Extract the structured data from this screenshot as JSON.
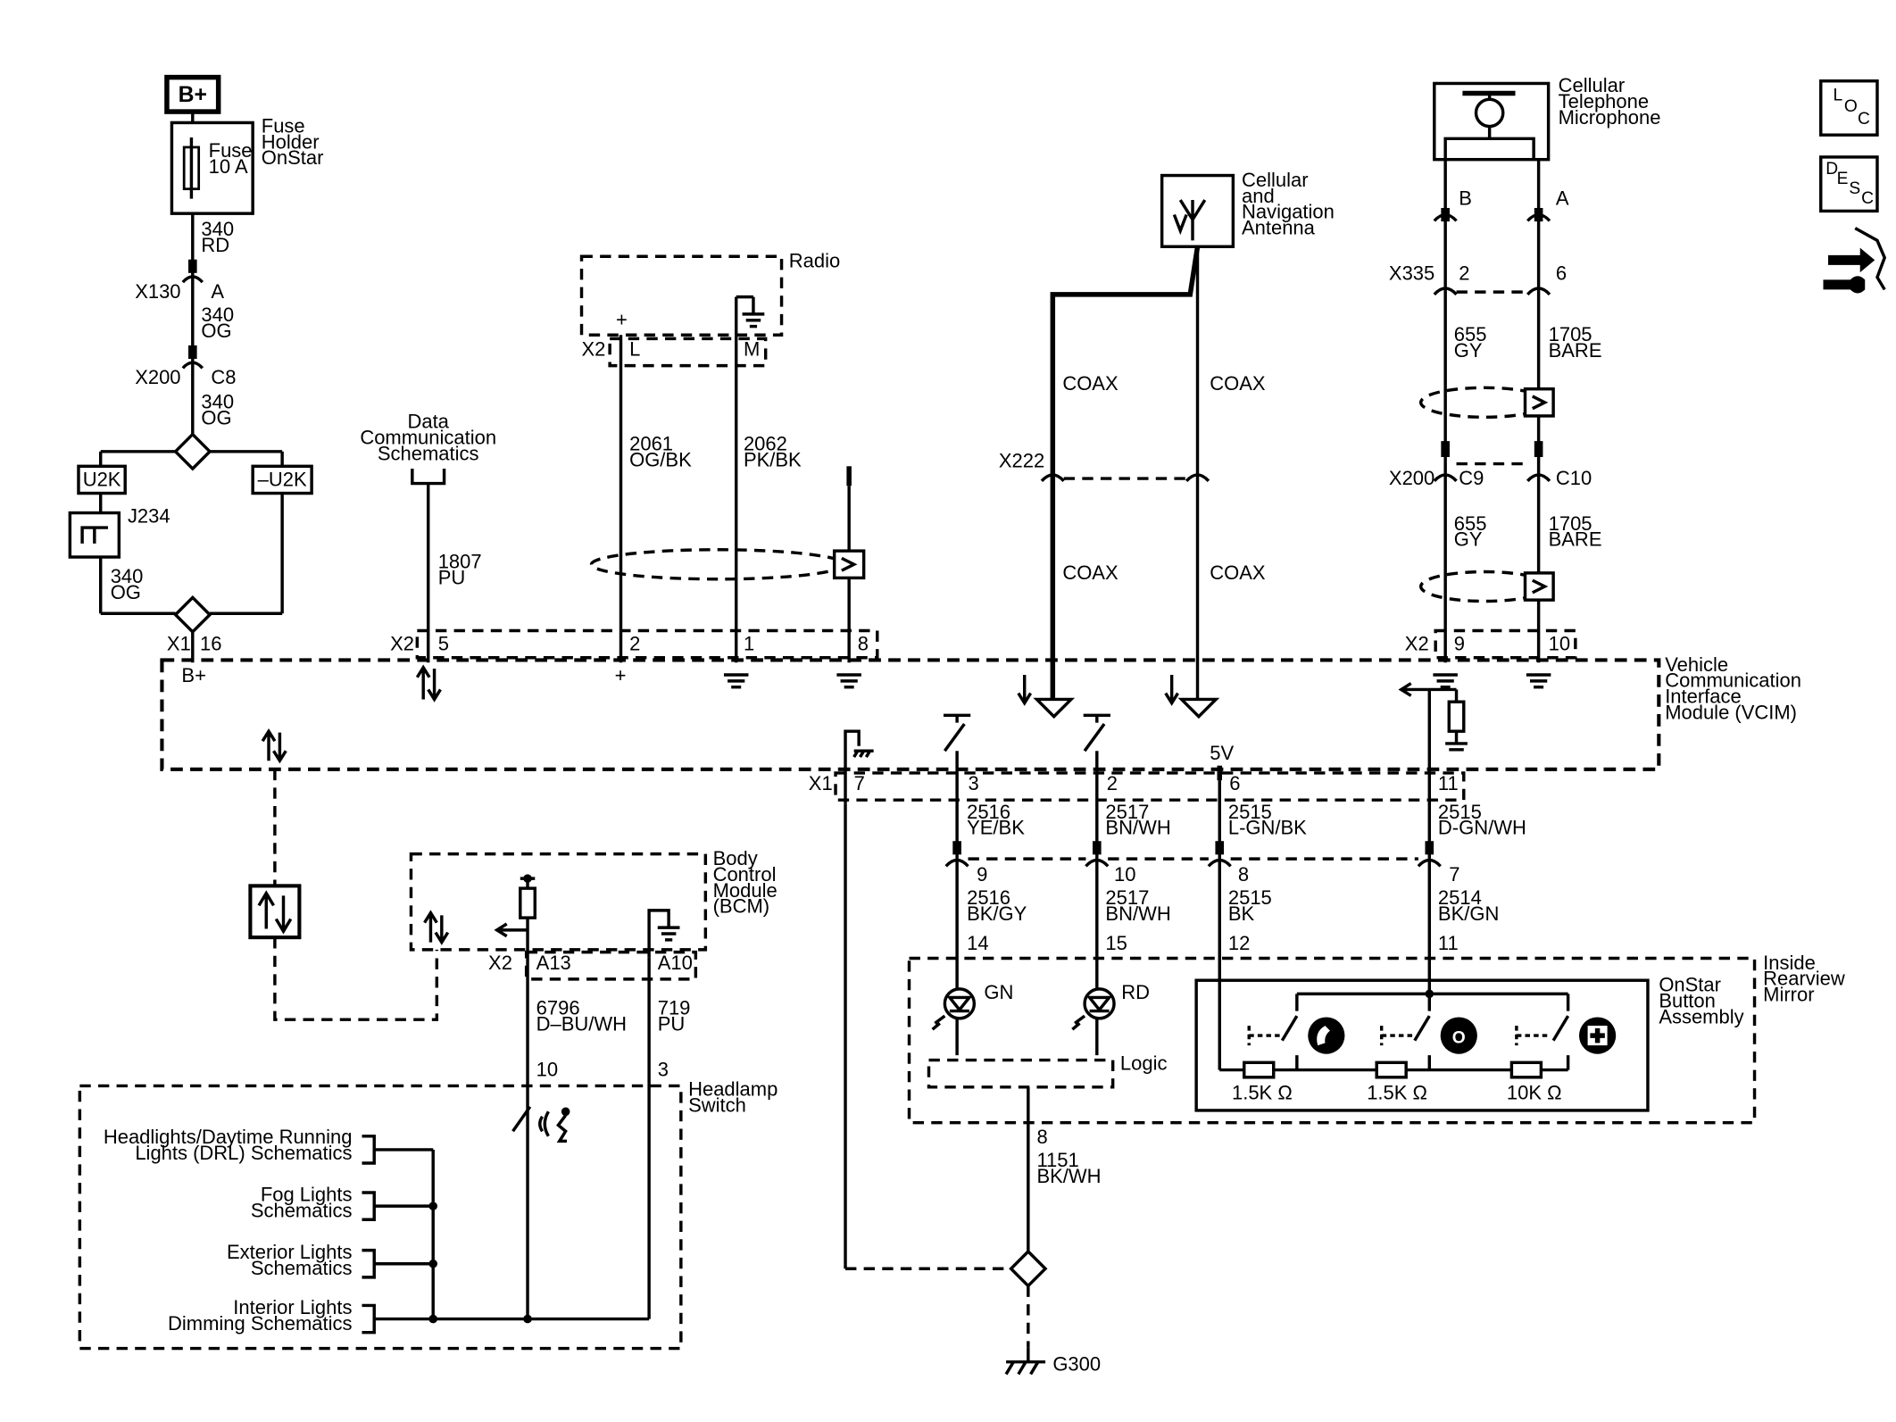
{
  "power": {
    "b_plus": "B+",
    "fuse_holder": [
      "Fuse",
      "Holder",
      "OnStar"
    ],
    "fuse": [
      "Fuse",
      "10 A"
    ]
  },
  "top_wires": {
    "w1": [
      "340",
      "RD"
    ],
    "x130": "X130",
    "x130_pin": "A",
    "w2": [
      "340",
      "OG"
    ],
    "x200": "X200",
    "x200_pin": "C8",
    "w3": [
      "340",
      "OG"
    ],
    "u2k": "U2K",
    "neg_u2k": "–U2K",
    "j234": "J234",
    "w4": [
      "340",
      "OG"
    ]
  },
  "data_comm": {
    "title": [
      "Data",
      "Communication",
      "Schematics"
    ],
    "wire": [
      "1807",
      "PU"
    ]
  },
  "radio": {
    "title": "Radio",
    "x2": "X2",
    "pin_l": "L",
    "pin_m": "M",
    "plus": "+",
    "w_l": [
      "2061",
      "OG/BK"
    ],
    "w_m": [
      "2062",
      "PK/BK"
    ]
  },
  "antenna": {
    "title": [
      "Cellular",
      "and",
      "Navigation",
      "Antenna"
    ],
    "coax": "COAX",
    "x222": "X222"
  },
  "microphone": {
    "title": [
      "Cellular",
      "Telephone",
      "Microphone"
    ],
    "pin_b": "B",
    "pin_a": "A",
    "x335": "X335",
    "x335_pin2": "2",
    "x335_pin6": "6",
    "w_a": [
      "655",
      "GY"
    ],
    "w_b": [
      "1705",
      "BARE"
    ],
    "x200": "X200",
    "x200_c9": "C9",
    "x200_c10": "C10",
    "w_c": [
      "655",
      "GY"
    ],
    "w_d": [
      "1705",
      "BARE"
    ]
  },
  "vcim": {
    "title": [
      "Vehicle",
      "Communication",
      "Interface",
      "Module (VCIM)"
    ],
    "x1": "X1",
    "x1_pin16": "16",
    "b_plus": "B+",
    "x2": "X2",
    "x2_pins": [
      "5",
      "2",
      "1",
      "8",
      "9",
      "10"
    ],
    "plus": "+",
    "five_v": "5V",
    "x1_bottom": "X1",
    "x1_bottom_pins": [
      "7",
      "3",
      "2",
      "6",
      "11"
    ]
  },
  "vcim_out_wires": {
    "w3": [
      "2516",
      "YE/BK"
    ],
    "w2": [
      "2517",
      "BN/WH"
    ],
    "w6": [
      "2515",
      "L-GN/BK"
    ],
    "w11": [
      "2515",
      "D-GN/WH"
    ],
    "inline_pins": [
      "9",
      "10",
      "8",
      "7"
    ],
    "m9": [
      "2516",
      "BK/GY"
    ],
    "m10": [
      "2517",
      "BN/WH"
    ],
    "m8": [
      "2515",
      "BK"
    ],
    "m7": [
      "2514",
      "BK/GN"
    ],
    "mirror_pins": [
      "14",
      "15",
      "12",
      "11"
    ]
  },
  "mirror": {
    "title": [
      "Inside",
      "Rearview",
      "Mirror"
    ],
    "led_gn": "GN",
    "led_rd": "RD",
    "logic": "Logic",
    "onstar_btn": [
      "OnStar",
      "Button",
      "Assembly"
    ],
    "r1": "1.5K Ω",
    "r2": "1.5K Ω",
    "r3": "10K Ω",
    "pin8": "8",
    "ground_wire": [
      "1151",
      "BK/WH"
    ],
    "g300": "G300"
  },
  "bcm": {
    "title": [
      "Body",
      "Control",
      "Module",
      "(BCM)"
    ],
    "x2": "X2",
    "a13": "A13",
    "a10": "A10",
    "w_a13": [
      "6796",
      "D–BU/WH"
    ],
    "w_a10": [
      "719",
      "PU"
    ]
  },
  "headlamp": {
    "title": [
      "Headlamp",
      "Switch"
    ],
    "pin10": "10",
    "pin3": "3",
    "refs": [
      [
        "Headlights/Daytime Running",
        "Lights (DRL) Schematics"
      ],
      [
        "Fog Lights",
        "Schematics"
      ],
      [
        "Exterior Lights",
        "Schematics"
      ],
      [
        "Interior Lights",
        "Dimming Schematics"
      ]
    ]
  },
  "side_icons": {
    "loc": [
      "L",
      "O",
      "C"
    ],
    "desc": [
      "D",
      "E",
      "S",
      "C"
    ]
  }
}
